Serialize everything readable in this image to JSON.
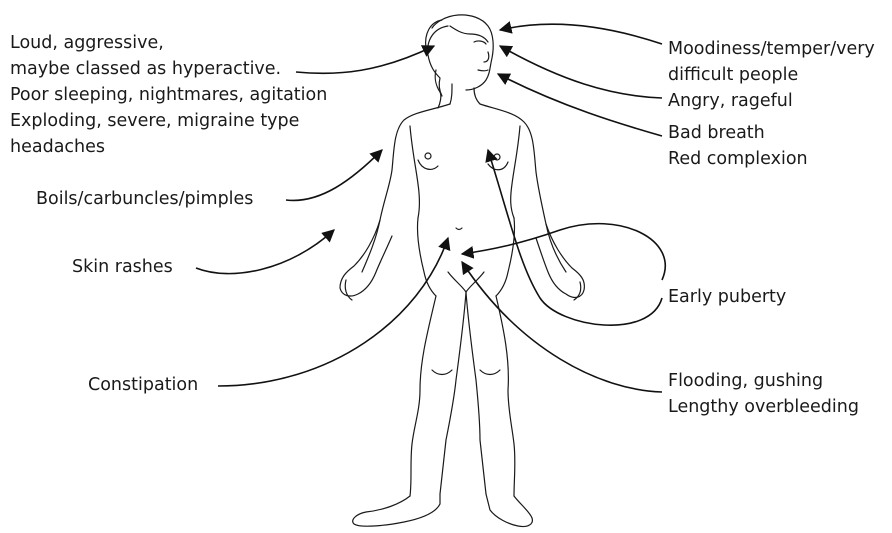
{
  "colors": {
    "text": "#1a1a1a",
    "arrow": "#111111",
    "background": "#ffffff"
  },
  "labels": {
    "loud": [
      "Loud, aggressive,",
      "maybe classed as hyperactive.",
      "Poor sleeping, nightmares, agitation",
      "Exploding, severe, migraine type",
      "headaches"
    ],
    "boils": [
      "Boils/carbuncles/pimples"
    ],
    "skin": [
      "Skin rashes"
    ],
    "constipation": [
      "Constipation"
    ],
    "moodiness": [
      "Moodiness/temper/very",
      "difficult people"
    ],
    "angry": [
      "Angry, rageful"
    ],
    "breath": [
      "Bad breath",
      "Red complexion"
    ],
    "puberty": [
      "Early puberty"
    ],
    "flooding": [
      "Flooding, gushing",
      "Lengthy overbleeding"
    ]
  }
}
